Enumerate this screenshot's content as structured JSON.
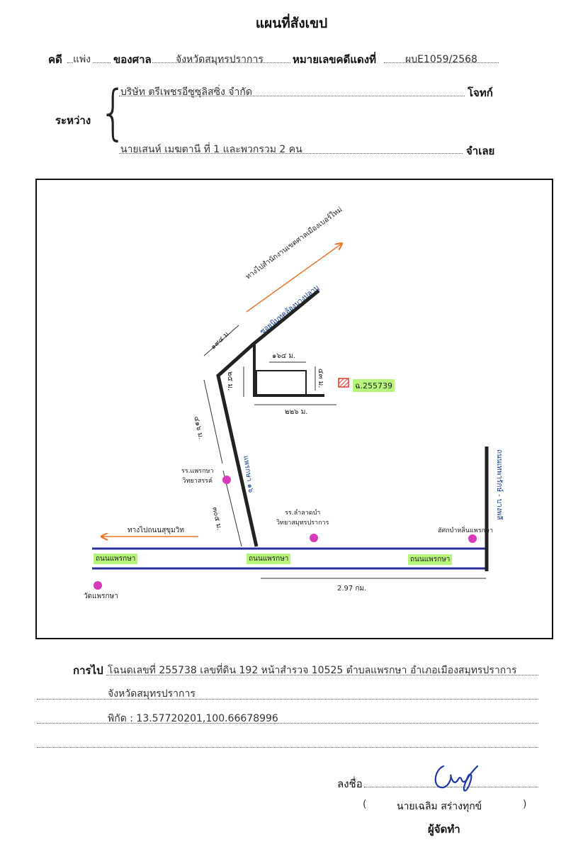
{
  "header": {
    "title": "แผนที่สังเขป",
    "case_label": "คดี",
    "case_type": "แพ่ง",
    "court_label": "ของศาล",
    "court_value": "จังหวัดสมุทรปราการ",
    "red_no_label": "หมายเลขคดีแดงที่",
    "red_no_value": "ผบE1059/2568"
  },
  "parties": {
    "between_label": "ระหว่าง",
    "plaintiff_value": "บริษัท ตรีเพชรอีซูซุลิสซิ่ง  จำกัด",
    "plaintiff_label": "โจทก์",
    "defendant_value": "นายเสนห์ เมฆตานี ที่ 1 และพวกรวม 2 คน",
    "defendant_label": "จำเลย"
  },
  "map": {
    "road_arrow_top": "ทางไปสำนักงานเขตศาลเมืองเบอร์ใหม่",
    "soi_label": "ซอยนิบทคล้องบางปลาบุ",
    "dist_top_left": "๑๙๔ ม.",
    "dist_left_mid": "๔๑๖ ม.",
    "dist_left_low": "๓๐๕ ม.",
    "dist_top_inner": "๑๖๔ ม.",
    "dist_inner_left": "๒๕ ม.",
    "dist_inner_right": "๔๓ ม.",
    "dist_bottom_inner": "๒๒๖ ม.",
    "parcel_label": "ฉ.255739",
    "school_1": "รร.แพรกษา\nวิทยาสรรค์",
    "school_2": "รร.ลำลาดบำ\nวิทยาสมุทรปราการ",
    "temple_right": "ฮัศกบำหลิ่นแพรกษา",
    "road_vertical": "แพรกษา ๑๖",
    "arrow_left": "ทางไปถนนสุขุมวิท",
    "road_main_1": "ถนนแพรกษา",
    "road_main_2": "ถนนแพรกษา",
    "road_main_3": "ถนนแพรกษา",
    "road_right": "ถนนเทพารักษ์ - บางพลี",
    "temple_left": "วัดแพรกษา",
    "dist_bottom": "2.97 กม."
  },
  "footer": {
    "go_label": "การไป",
    "line1": "โฉนดเลขที่ 255738 เลขที่ดิน 192 หน้าสำรวจ 10525 ตำบลแพรกษา อำเภอเมืองสมุทรปราการ",
    "line2": "จังหวัดสมุทรปราการ",
    "line3": "พิกัด :  13.57720201,100.66678996",
    "sign_label": "ลงชื่อ",
    "open_paren": "(",
    "signer_name": "นายเฉลิม  สร่างทุกข์",
    "close_paren": ")",
    "role": "ผู้จัดทำ"
  },
  "colors": {
    "road_blue": "#2a2f9a",
    "highlight_green": "#b6f47a",
    "marker_pink": "#d63ab8",
    "parcel_red": "#e23a2c",
    "arrow_orange": "#e8762a"
  }
}
